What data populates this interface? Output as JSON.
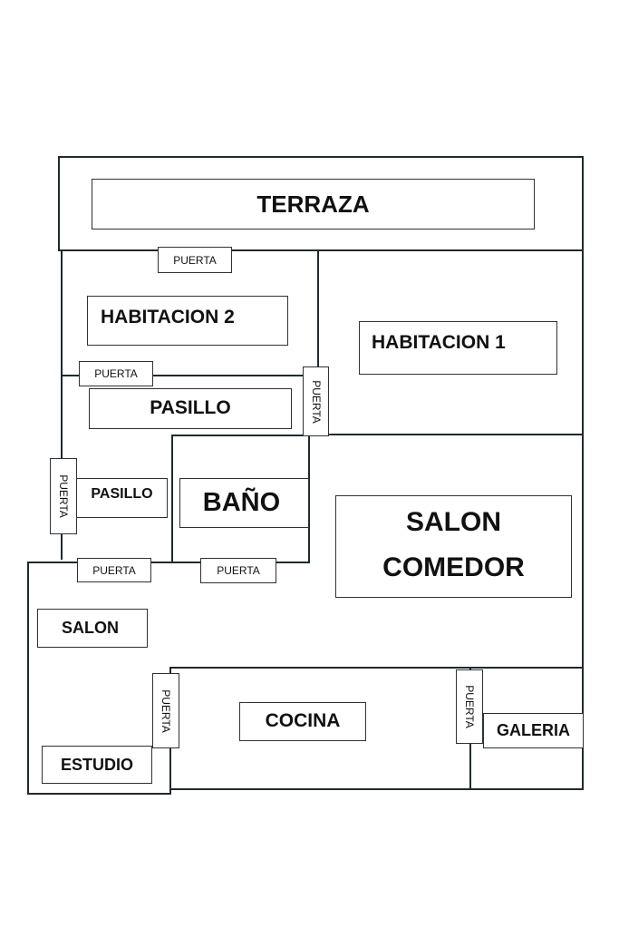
{
  "plan": {
    "rooms": {
      "terraza": "TERRAZA",
      "habitacion2": "HABITACION 2",
      "habitacion1": "HABITACION 1",
      "pasillo_top": "PASILLO",
      "pasillo_left": "PASILLO",
      "bano": "BAÑO",
      "salon_comedor_line1": "SALON",
      "salon_comedor_line2": "COMEDOR",
      "salon": "SALON",
      "estudio": "ESTUDIO",
      "cocina": "COCINA",
      "galeria": "GALERIA"
    },
    "door_label": "PUERTA",
    "colors": {
      "wall": "#1f2a30",
      "background": "#ffffff",
      "text": "#111111"
    }
  }
}
